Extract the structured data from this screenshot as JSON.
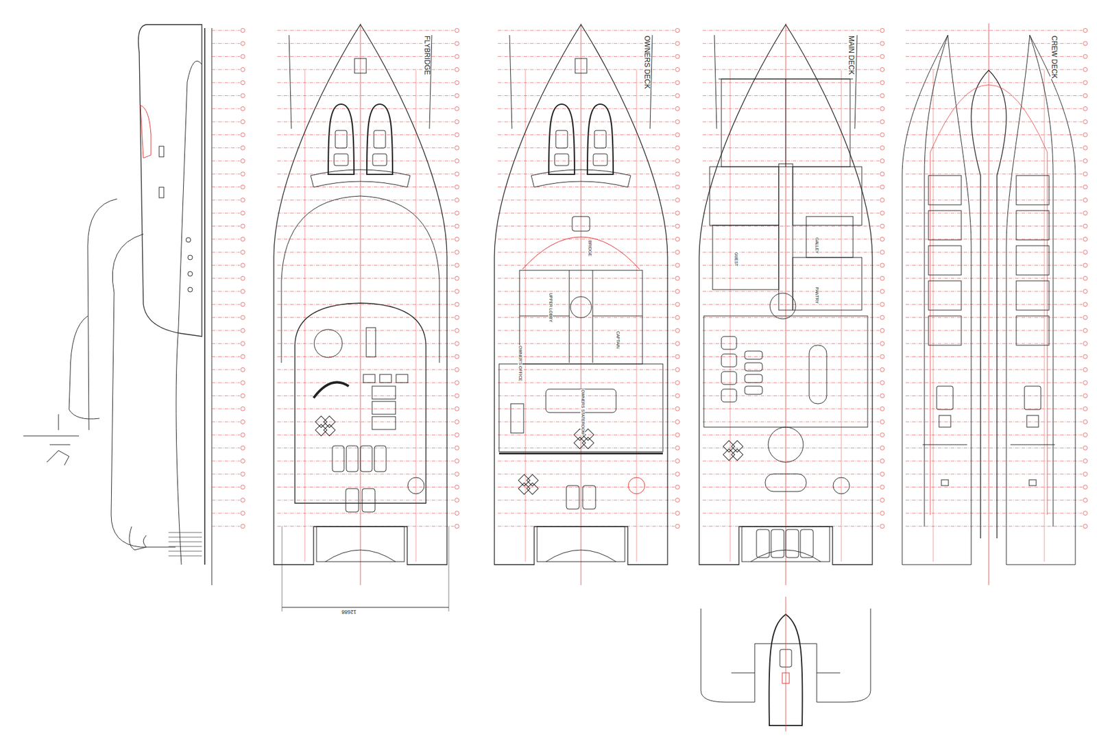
{
  "diagram": {
    "labels": [
      "FLYBRIDGE",
      "OWNERS DECK",
      "MAIN DECK",
      "CREW DECK",
      "12688",
      "OWNER'S OFFICE",
      "UPPER LOBBY",
      "CAPTAIN",
      "OWNERS STATEROOM",
      "BRIDGE",
      "GALLEY",
      "GUEST",
      "PANTRY"
    ]
  }
}
